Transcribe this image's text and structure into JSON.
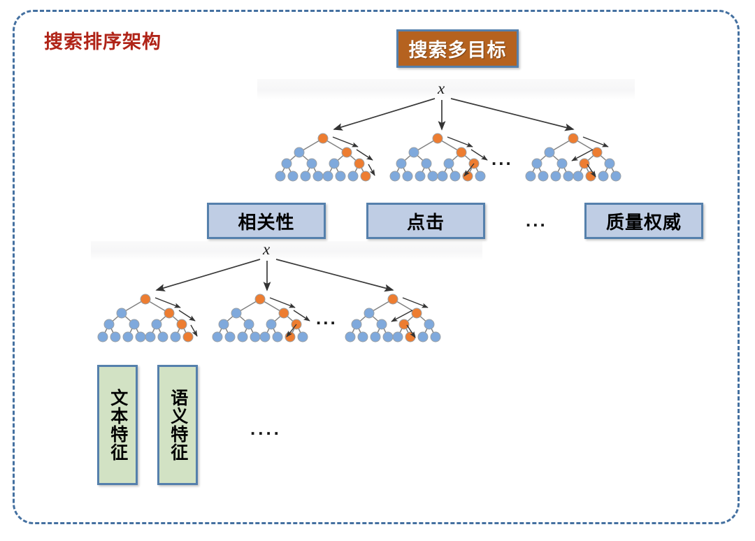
{
  "page": {
    "title": "搜索排序架构",
    "title_color": "#B02418",
    "frame_color": "#4470A0",
    "background": "#FFFFFF"
  },
  "palette": {
    "box_orange_fill": "#B5621F",
    "box_blue_fill": "#BFCDE4",
    "box_green_fill": "#D2E2C4",
    "box_border": "#5580AC",
    "node_orange": "#ED7D31",
    "node_blue": "#7FA9DC",
    "node_stroke": "#9AA0A6",
    "edge_color": "#7A7A7A",
    "arrow_color": "#333333"
  },
  "objective_box": {
    "label": "搜索多目标",
    "style": "orange"
  },
  "objective_boxes": [
    {
      "label": "相关性",
      "style": "blue"
    },
    {
      "label": "点击",
      "style": "blue"
    },
    {
      "label": "质量权威",
      "style": "blue"
    }
  ],
  "feature_boxes": [
    {
      "label": "文本特征",
      "style": "green",
      "orientation": "vertical"
    },
    {
      "label": "语义特征",
      "style": "green",
      "orientation": "vertical"
    }
  ],
  "ellipses": {
    "tree_row_top": "...",
    "box_row": "...",
    "tree_row_bottom": "...",
    "feature_row": "...."
  },
  "tree_rows": [
    {
      "name": "objective-gbdt-row",
      "input_label": "x",
      "tree_count": 3,
      "visible_trees": 3,
      "depth": 4,
      "leaf_count": 8,
      "trees": [
        {
          "path": "right-right-right",
          "highlighted_nodes": [
            "root",
            "r",
            "rr",
            "rrr"
          ]
        },
        {
          "path": "right-right-left",
          "highlighted_nodes": [
            "root",
            "r",
            "rr",
            "rrl"
          ]
        },
        {
          "path": "right-left-right",
          "highlighted_nodes": [
            "root",
            "r",
            "rl",
            "rlr"
          ]
        }
      ]
    },
    {
      "name": "feature-gbdt-row",
      "input_label": "x",
      "tree_count": 3,
      "visible_trees": 3,
      "depth": 4,
      "leaf_count": 8,
      "trees": [
        {
          "path": "right-right-right",
          "highlighted_nodes": [
            "root",
            "r",
            "rr",
            "rrr"
          ]
        },
        {
          "path": "right-right-left",
          "highlighted_nodes": [
            "root",
            "r",
            "rr",
            "rrl"
          ]
        },
        {
          "path": "right-left-right",
          "highlighted_nodes": [
            "root",
            "r",
            "rl",
            "rlr"
          ]
        }
      ]
    }
  ]
}
